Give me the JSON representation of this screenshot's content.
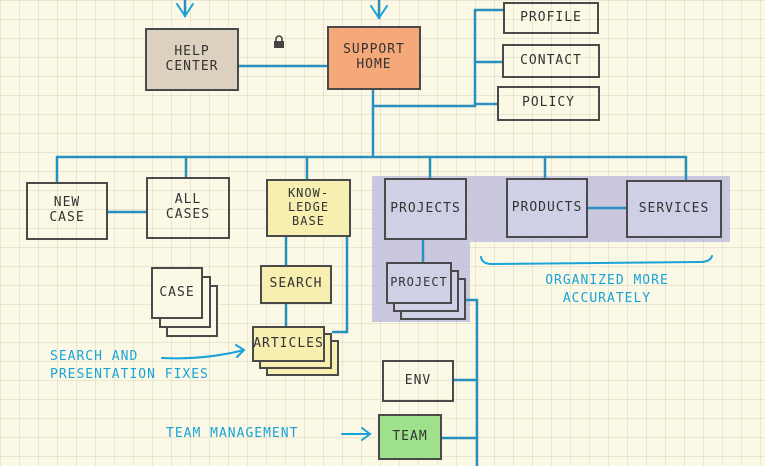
{
  "colors": {
    "line": "#2a8fbf",
    "annotation": "#1aa3d8",
    "highlight_region": "#b8b8dc",
    "help_center": "#dcd0be",
    "support_home": "#f5a87a",
    "knowledge": "#f7efb0",
    "team": "#9ee08c",
    "blue_box": "#cfd0e6"
  },
  "nodes": {
    "help_center": "HELP\nCENTER",
    "support_home": "SUPPORT\nHOME",
    "profile": "PROFILE",
    "contact": "CONTACT",
    "policy": "POLICY",
    "new_case": "NEW\nCASE",
    "all_cases": "ALL\nCASES",
    "case": "CASE",
    "knowledge_base": "KNOW-\nLEDGE\nBASE",
    "search": "SEARCH",
    "articles": "ARTICLES",
    "projects": "PROJECTS",
    "project": "PROJECT",
    "products": "PRODUCTS",
    "services": "SERVICES",
    "env": "ENV",
    "team": "TEAM"
  },
  "annotations": {
    "organized": "ORGANIZED MORE\nACCURATELY",
    "search_fixes": "SEARCH AND\nPRESENTATION FIXES",
    "team_management": "TEAM MANAGEMENT"
  },
  "icons": {
    "lock": "lock-icon"
  }
}
